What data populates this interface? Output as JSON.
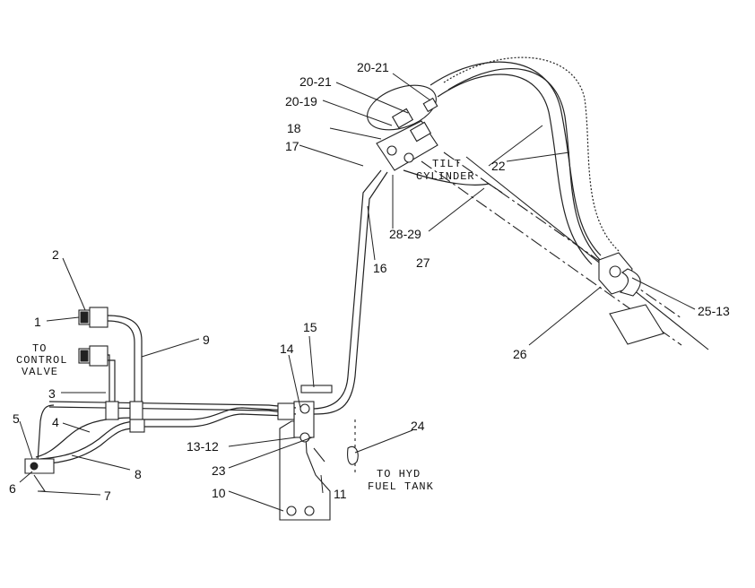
{
  "callouts": {
    "c1": "1",
    "c2": "2",
    "c3": "3",
    "c4": "4",
    "c5": "5",
    "c6": "6",
    "c7": "7",
    "c8": "8",
    "c9": "9",
    "c10": "10",
    "c11": "11",
    "c13_12": "13-12",
    "c14": "14",
    "c15": "15",
    "c16": "16",
    "c17": "17",
    "c18": "18",
    "c20_19": "20-19",
    "c20_21a": "20-21",
    "c20_21b": "20-21",
    "c22": "22",
    "c23": "23",
    "c24": "24",
    "c25_13": "25-13",
    "c26": "26",
    "c27": "27",
    "c28_29": "28-29"
  },
  "notes": {
    "control_valve": [
      "TO",
      "CONTROL",
      "VALVE"
    ],
    "tilt_cylinder": [
      "TILT",
      "CYLINDER"
    ],
    "hyd_fuel_tank": [
      "TO HYD",
      "FUEL TANK"
    ]
  }
}
